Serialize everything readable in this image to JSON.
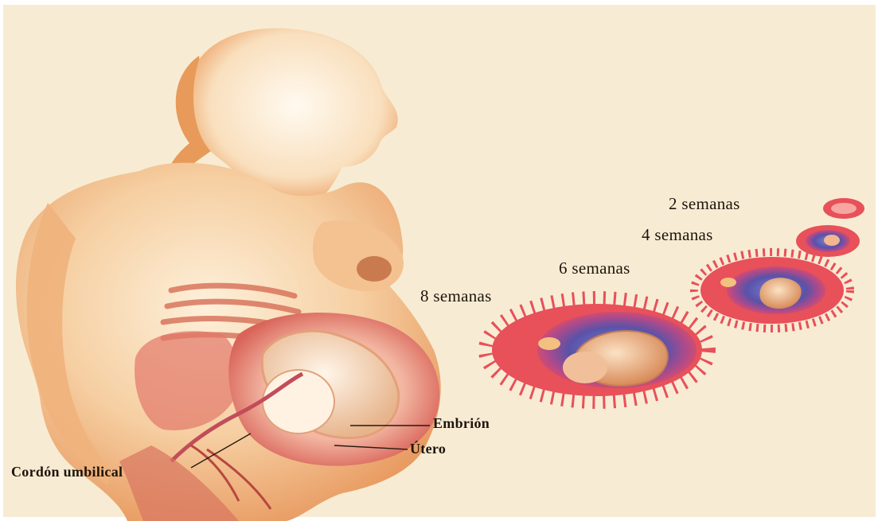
{
  "stages": [
    {
      "label": "2 semanas"
    },
    {
      "label": "4 semanas"
    },
    {
      "label": "6 semanas"
    },
    {
      "label": "8 semanas"
    }
  ],
  "anatomy": {
    "embryo": "Embrión",
    "uterus": "Útero",
    "umbilical_cord": "Cordón umbilical"
  },
  "colors": {
    "background": "#f7ecd3",
    "skin": "#f0bf8c",
    "sac": "#e8505a",
    "embryo_blue": "#5a52a8"
  }
}
